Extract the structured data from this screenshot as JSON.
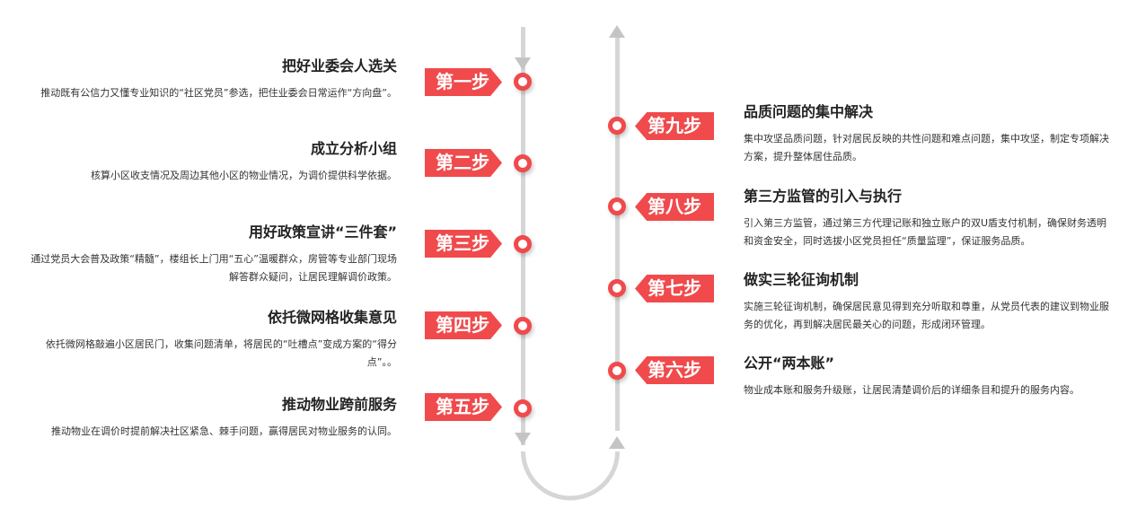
{
  "colors": {
    "accent": "#f04a4c",
    "line": "#d6d6d6"
  },
  "left_steps": [
    {
      "tag": "第一步",
      "title": "把好业委会人选关",
      "desc": "推动既有公信力又懂专业知识的“社区党员”参选，把住业委会日常运作“方向盘”。"
    },
    {
      "tag": "第二步",
      "title": "成立分析小组",
      "desc": "核算小区收支情况及周边其他小区的物业情况，为调价提供科学依据。"
    },
    {
      "tag": "第三步",
      "title": "用好政策宣讲“三件套”",
      "desc": "通过党员大会普及政策“精髓”，楼组长上门用“五心”温暖群众，房管等专业部门现场解答群众疑问，让居民理解调价政策。"
    },
    {
      "tag": "第四步",
      "title": "依托微网格收集意见",
      "desc": "依托微网格敲遍小区居民门，收集问题清单，将居民的“吐槽点”变成方案的“得分点”。。"
    },
    {
      "tag": "第五步",
      "title": "推动物业跨前服务",
      "desc": "推动物业在调价时提前解决社区紧急、棘手问题，赢得居民对物业服务的认同。"
    }
  ],
  "right_steps": [
    {
      "tag": "第九步",
      "title": "品质问题的集中解决",
      "desc": "集中攻坚品质问题，针对居民反映的共性问题和难点问题，集中攻坚，制定专项解决方案，提升整体居住品质。"
    },
    {
      "tag": "第八步",
      "title": "第三方监管的引入与执行",
      "desc": "引入第三方监管，通过第三方代理记账和独立账户的双U盾支付机制，确保财务透明和资金安全，同时选拔小区党员担任“质量监理”，保证服务品质。"
    },
    {
      "tag": "第七步",
      "title": "做实三轮征询机制",
      "desc": "实施三轮征询机制，确保居民意见得到充分听取和尊重，从党员代表的建议到物业服务的优化，再到解决居民最关心的问题，形成闭环管理。"
    },
    {
      "tag": "第六步",
      "title": "公开“两本账”",
      "desc": "物业成本账和服务升级账，让居民清楚调价后的详细条目和提升的服务内容。"
    }
  ]
}
